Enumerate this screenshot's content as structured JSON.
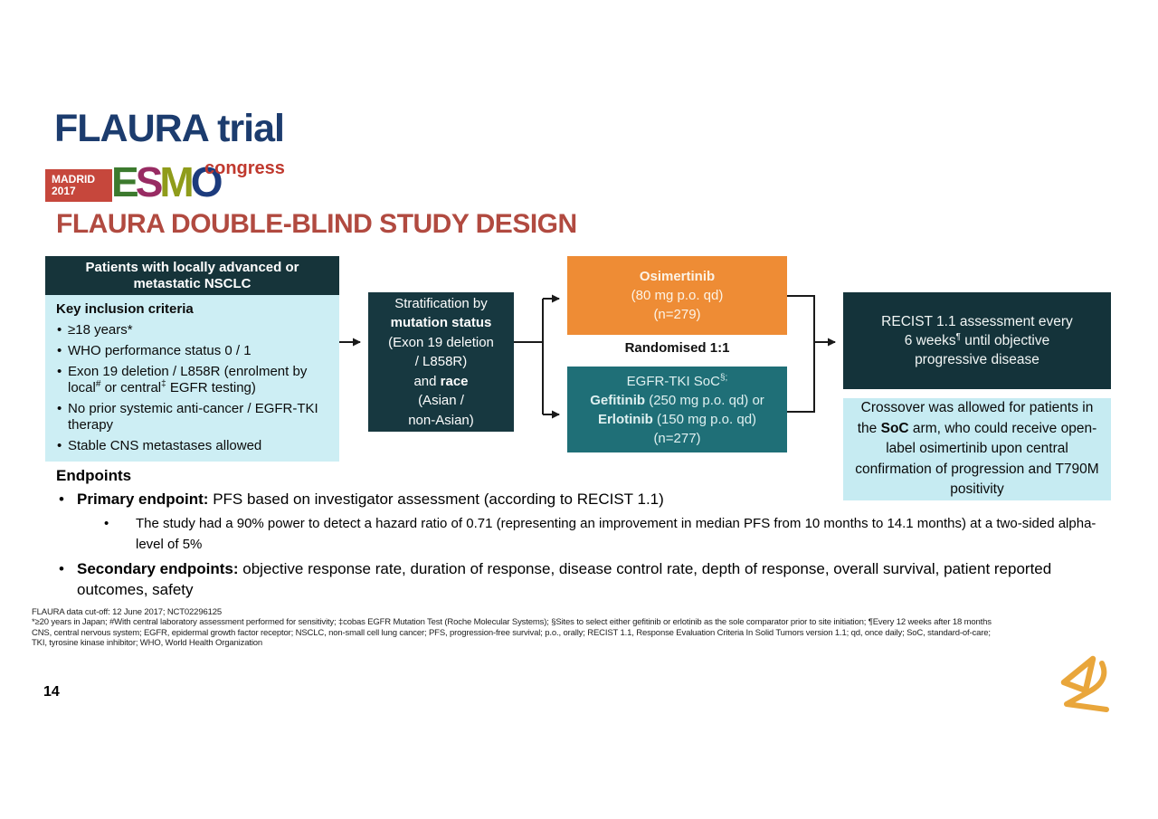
{
  "colors": {
    "title_navy": "#1c3c6e",
    "heading_red": "#b14a40",
    "dark_teal": "#16343a",
    "light_blue": "#cdeef4",
    "orange": "#ee8c35",
    "teal": "#1f6f77",
    "esmo_red": "#c6473c",
    "az_gold": "#e9a63b"
  },
  "header": {
    "title": "FLAURA trial",
    "subtitle": "FLAURA DOUBLE-BLIND STUDY DESIGN",
    "logo": {
      "city": "MADRID",
      "year": "2017",
      "letter_e": "E",
      "letter_s": "S",
      "letter_m": "M",
      "letter_o": "O",
      "congress": "congress"
    }
  },
  "diagram": {
    "patients": {
      "header_line1": "Patients with locally advanced or",
      "header_line2": "metastatic NSCLC",
      "criteria_title": "Key inclusion criteria",
      "item_age": "≥18 years*",
      "item_who": "WHO performance status 0 / 1",
      "item_exon_pre": "Exon 19 deletion / L858R (enrolment by local",
      "item_exon_sup1": "#",
      "item_exon_mid": " or central",
      "item_exon_sup2": "‡",
      "item_exon_post": " EGFR testing)",
      "item_prior": "No prior systemic anti-cancer / EGFR-TKI therapy",
      "item_cns": "Stable CNS metastases allowed"
    },
    "stratification": {
      "line1": "Stratification by",
      "line2": "mutation status",
      "line3": "(Exon 19 deletion",
      "line4": "/ L858R)",
      "line5_pre": "and ",
      "line5_bold": "race",
      "line6": "(Asian /",
      "line7": "non-Asian)"
    },
    "osimertinib": {
      "name": "Osimertinib",
      "dose": "(80 mg p.o. qd)",
      "n": "(n=279)"
    },
    "randomised": "Randomised 1:1",
    "soc": {
      "title_pre": "EGFR-TKI SoC",
      "title_sup": "§;",
      "gefitinib": "Gefitinib",
      "gefitinib_rest": " (250 mg p.o. qd) or",
      "erlotinib": "Erlotinib",
      "erlotinib_rest": " (150 mg p.o. qd)",
      "n": "(n=277)"
    },
    "recist": {
      "line1": "RECIST 1.1 assessment every",
      "line2_pre": "6 weeks",
      "line2_sup": "¶",
      "line2_post": " until objective",
      "line3": "progressive disease"
    },
    "crossover": {
      "pre": "Crossover was allowed for patients in the ",
      "bold": "SoC",
      "post": " arm, who could receive open-label osimertinib upon central confirmation of progression and T790M positivity"
    }
  },
  "endpoints": {
    "heading": "Endpoints",
    "primary_label": "Primary endpoint:",
    "primary_text": " PFS based on investigator assessment (according to RECIST 1.1)",
    "power_text": "The study had a 90% power to detect a hazard ratio of 0.71 (representing an improvement in median PFS from 10 months to 14.1 months) at a two-sided alpha-level of 5%",
    "secondary_label": "Secondary endpoints:",
    "secondary_text": " objective response rate, duration of response, disease control rate, depth of response, overall survival, patient reported outcomes, safety"
  },
  "footnotes": {
    "line1": "FLAURA data cut-off: 12 June 2017; NCT02296125",
    "line2": "*≥20 years in Japan; #With central laboratory assessment performed for sensitivity; ‡cobas EGFR Mutation Test (Roche Molecular Systems); §Sites to select either gefitinib or erlotinib as the sole comparator prior to site initiation; ¶Every 12 weeks after 18 months",
    "line3": "CNS, central nervous system; EGFR, epidermal growth factor receptor; NSCLC, non-small cell lung cancer; PFS, progression-free survival; p.o., orally; RECIST 1.1, Response Evaluation Criteria In Solid Tumors version 1.1; qd, once daily; SoC, standard-of-care;",
    "line4": "TKI, tyrosine kinase inhibitor; WHO, World Health Organization"
  },
  "page_number": "14"
}
